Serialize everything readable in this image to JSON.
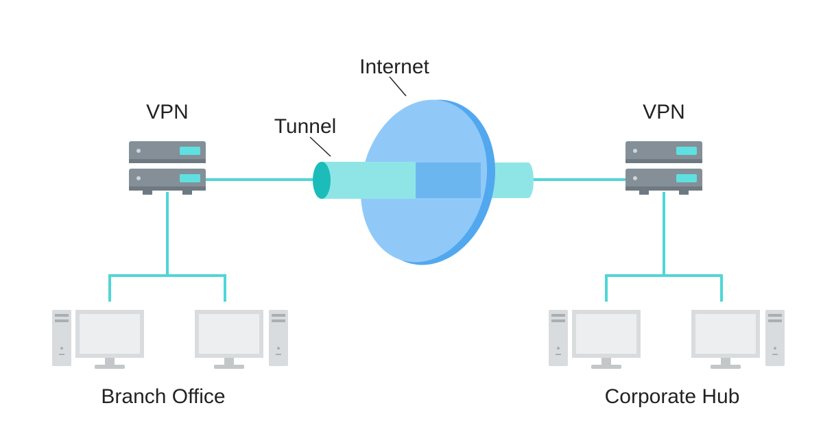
{
  "labels": {
    "internet": "Internet",
    "tunnel": "Tunnel",
    "vpn_left": "VPN",
    "vpn_right": "VPN",
    "site_left": "Branch Office",
    "site_right": "Corporate Hub"
  },
  "icons": [
    "vpn-server-icon",
    "computer-monitor-icon",
    "computer-tower-icon",
    "internet-disc-icon",
    "tunnel-pipe-icon"
  ],
  "colors": {
    "link": "#4fd6d6",
    "tunnel": "#8fe5e6",
    "tunnel_end": "#1bbcb9",
    "internet_disc": "#90c9f8",
    "internet_disc_edge": "#52a8ef",
    "tunnel_inside": "#6cb6f0",
    "server_body": "#848f98",
    "server_light": "#5fe0e0",
    "computer": "#d9dcde"
  }
}
